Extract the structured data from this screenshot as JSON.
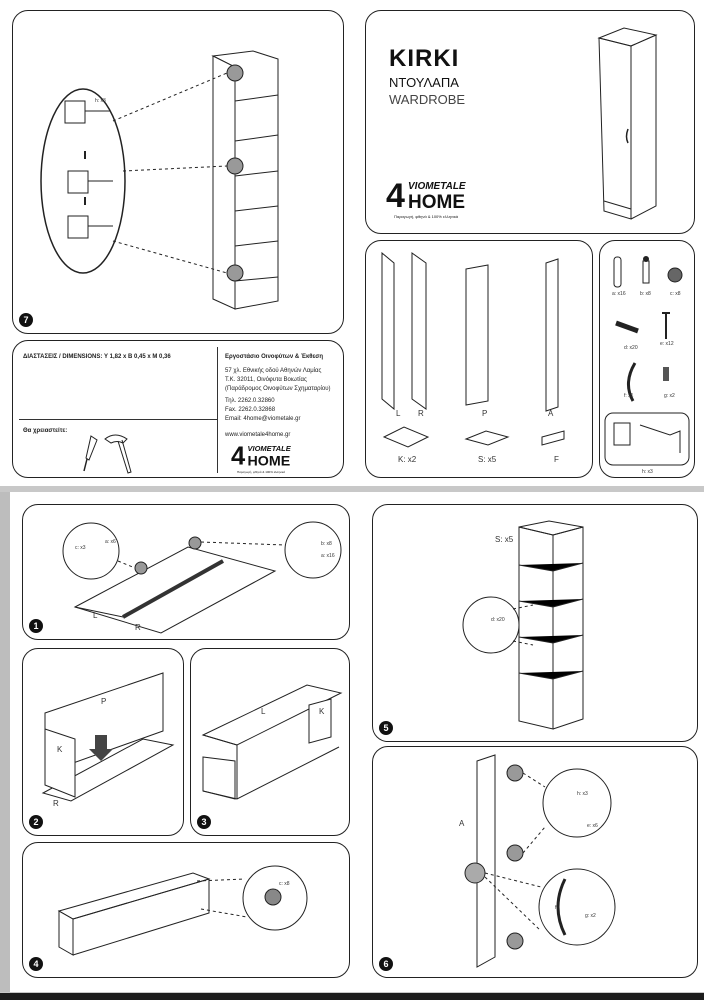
{
  "product": {
    "name": "KIRKI",
    "name_gr": "ΝΤΟΥΛΑΠΑ",
    "name_en": "WARDROBE"
  },
  "brand": {
    "line1": "VIOMETALE",
    "line2": "4",
    "line3": "HOME",
    "tagline": "Παραγωγή, φθηνά & 100% ελληνικά"
  },
  "info": {
    "dimensions": "ΔΙΑΣΤΑΣΕΙΣ / DIMENSIONS: Υ 1,82 x Β 0,45 x Μ 0,36",
    "tools_label": "Θα χρειαστείτε:",
    "company": "Εργοστάσιο Οινοφύτων & Έκθεση",
    "address": [
      "57 χλ. Εθνικής οδού Αθηνών Λαμίας",
      "Τ.Κ. 32011, Οινόφυτα Βοιωτίας",
      "(Παράδρομος Οινοφύτων Σχηματαρίου)"
    ],
    "tel": "Τηλ. 2262.0.32860",
    "fax": "Fax. 2262.0.32868",
    "email": "Email: 4home@viometale.gr",
    "web": "www.viometale4home.gr"
  },
  "parts": {
    "L": "L",
    "R": "R",
    "P": "P",
    "A": "A",
    "K": "K: x2",
    "S": "S: x5",
    "F": "F"
  },
  "hardware": [
    {
      "label": "a: x16"
    },
    {
      "label": "b: x8"
    },
    {
      "label": "c: x8"
    },
    {
      "label": "d: x20"
    },
    {
      "label": "e: x12"
    },
    {
      "label": "f: x1"
    },
    {
      "label": "g: x2"
    },
    {
      "label": "h: x3"
    }
  ],
  "steps": {
    "s1": {
      "num": "1",
      "l": "L",
      "r": "R",
      "c": "c: x3",
      "e": "a: x6",
      "b": "b: x8",
      "a": "a: x16"
    },
    "s2": {
      "num": "2",
      "p": "P",
      "k": "K",
      "r": "R"
    },
    "s3": {
      "num": "3",
      "l": "L",
      "k": "K"
    },
    "s4": {
      "num": "4",
      "c": "c: x8"
    },
    "s5": {
      "num": "5",
      "s": "S: x5",
      "d": "d: x20"
    },
    "s6": {
      "num": "6",
      "a": "A",
      "h": "h: x3",
      "e": "e: x6",
      "g": "g: x2",
      "f": "f"
    },
    "s7": {
      "num": "7",
      "h": "h: x3"
    }
  }
}
